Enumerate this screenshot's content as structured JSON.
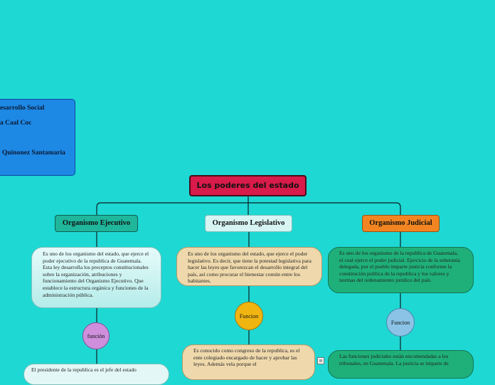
{
  "info_box": {
    "line1": "esarrollo Social",
    "line2": "a Caal Coc",
    "line3": "Quinonez Santamaria"
  },
  "root": {
    "title": "Los poderes del estado"
  },
  "branches": {
    "ejecutivo": {
      "title": "Organismo Ejecutivo",
      "description": "Es uno de los organismo del estado, que ejerce el poder ejecutivo de la republica de Guatemala. Esta ley desarrolla los preceptos constitucionales sobre la organización, atribuciones y funcionamiento del Organismo Ejecutivo. Que establece la estructura orgánica y funciones de la administración pública.",
      "function_label": "función",
      "function_text": "El presidente de la republica es el jefe del estado"
    },
    "legislativo": {
      "title": "Organismo Legislativo",
      "description": "Es uno de los organismo del estado, que ejerce el poder legislativo. Es decir, que tiene la potestad legislativa para hacer las leyes que favorezcan el desarrollo integral del país, así como procurar el bienestar común entre los habitantes.",
      "function_label": "Funcion",
      "function_text": "Es conocido como congreso de la republica, es el ente colegiado encargado de hacer y aprobar las leyes. Además vela porque el"
    },
    "judicial": {
      "title": "Organismo Judicial",
      "description": "Es uno de los organismo de la republica de Guatemala, el cual ejerce el poder judicial. Ejercicio de la soberanía delegada, por el pueblo imparte justicia conforme la constitución política de la republica y los valores y normas del ordenamiento jurídico del país.",
      "function_label": "Funcion",
      "function_text": "Las funciones judiciales están encomendadas a los tribunales, en Guatemala. La justicia se imparte de"
    }
  },
  "icons": {
    "notes": "list-icon"
  },
  "colors": {
    "background": "#1ed8d3",
    "root": "#d81b4a",
    "ejecutivo": "#1fb69b",
    "legislativo": "#d7f5f3",
    "judicial": "#f28522",
    "info_box": "#1e88e5"
  }
}
